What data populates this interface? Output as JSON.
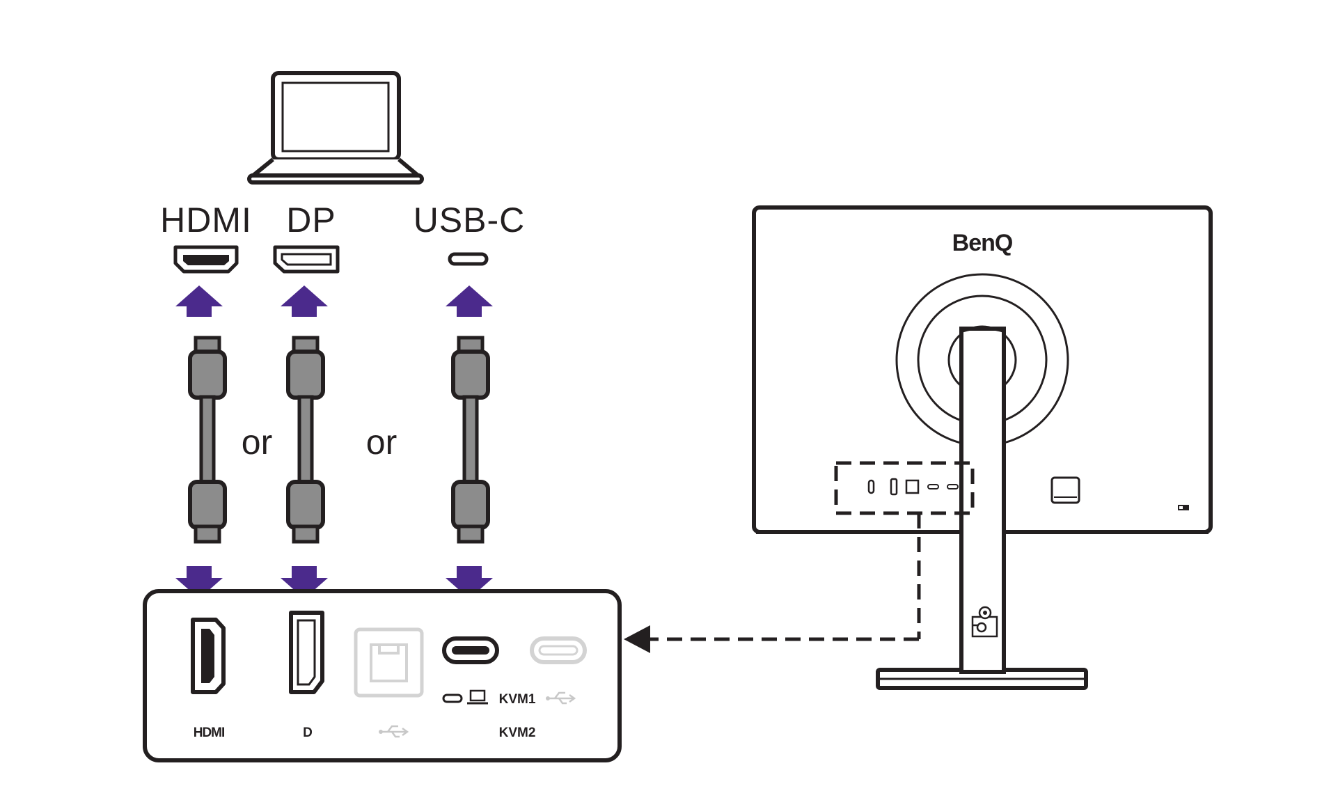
{
  "source": {
    "connectors": [
      {
        "key": "hdmi",
        "label": "HDMI"
      },
      {
        "key": "dp",
        "label": "DP"
      },
      {
        "key": "usbc",
        "label": "USB-C"
      }
    ],
    "separators": [
      "or",
      "or"
    ]
  },
  "monitor": {
    "brand": "BenQ"
  },
  "port_panel": {
    "hdmi_logo": "HDMI",
    "dp_logo": "D",
    "kvm1_label": "KVM1",
    "kvm2_label": "KVM2"
  },
  "colors": {
    "arrow": "#4b2a8c",
    "line": "#231f20",
    "cable_body": "#8c8c8c",
    "faded": "#d3d3d3"
  },
  "icons": [
    "laptop-icon",
    "usb-icon",
    "usb-c-icon",
    "laptop-small-icon",
    "kensington-lock-icon"
  ]
}
